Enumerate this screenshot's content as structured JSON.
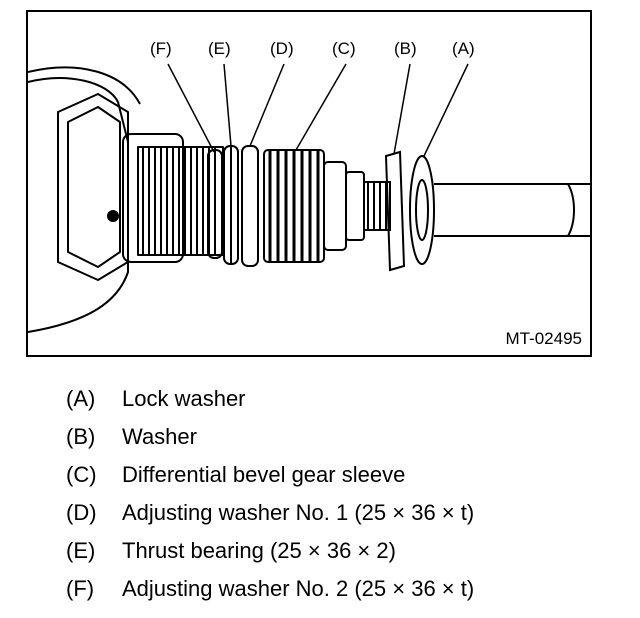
{
  "figure": {
    "id": "MT-02495",
    "callouts": [
      "(F)",
      "(E)",
      "(D)",
      "(C)",
      "(B)",
      "(A)"
    ]
  },
  "legend": [
    {
      "key": "(A)",
      "text": "Lock washer"
    },
    {
      "key": "(B)",
      "text": "Washer"
    },
    {
      "key": "(C)",
      "text": "Differential bevel gear sleeve"
    },
    {
      "key": "(D)",
      "text": "Adjusting washer No. 1 (25 × 36 × t)"
    },
    {
      "key": "(E)",
      "text": "Thrust bearing (25 × 36 × 2)"
    },
    {
      "key": "(F)",
      "text": "Adjusting washer No. 2 (25 × 36 × t)"
    }
  ]
}
